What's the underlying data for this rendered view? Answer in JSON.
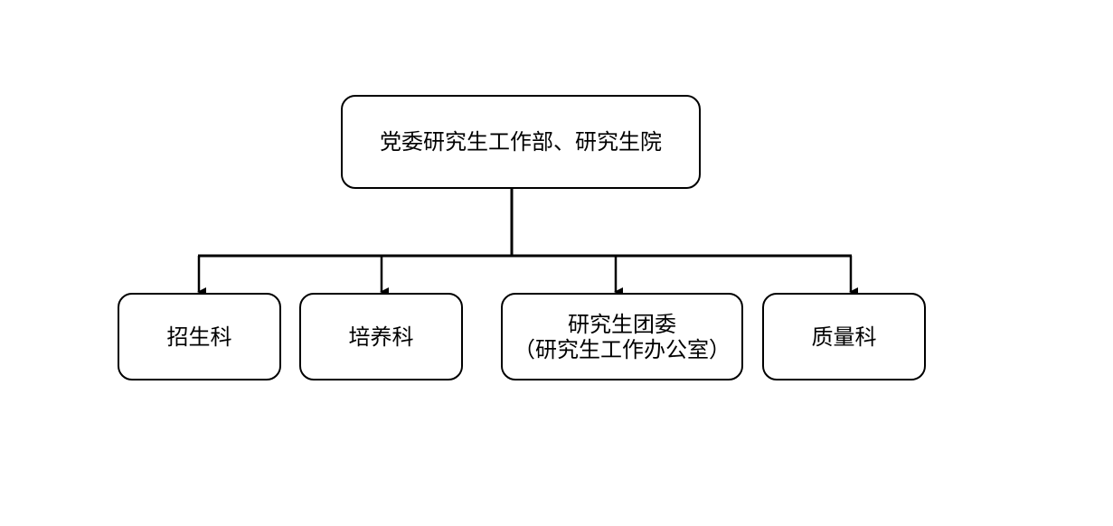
{
  "root": {
    "label": "党委研究生工作部、研究生院"
  },
  "children": [
    {
      "label_lines": [
        "招生科"
      ]
    },
    {
      "label_lines": [
        "培养科"
      ]
    },
    {
      "label_lines": [
        "研究生团委",
        "（研究生工作办公室）"
      ]
    },
    {
      "label_lines": [
        "质量科"
      ]
    }
  ],
  "colors": {
    "stroke": "#000000",
    "fill": "#ffffff"
  }
}
